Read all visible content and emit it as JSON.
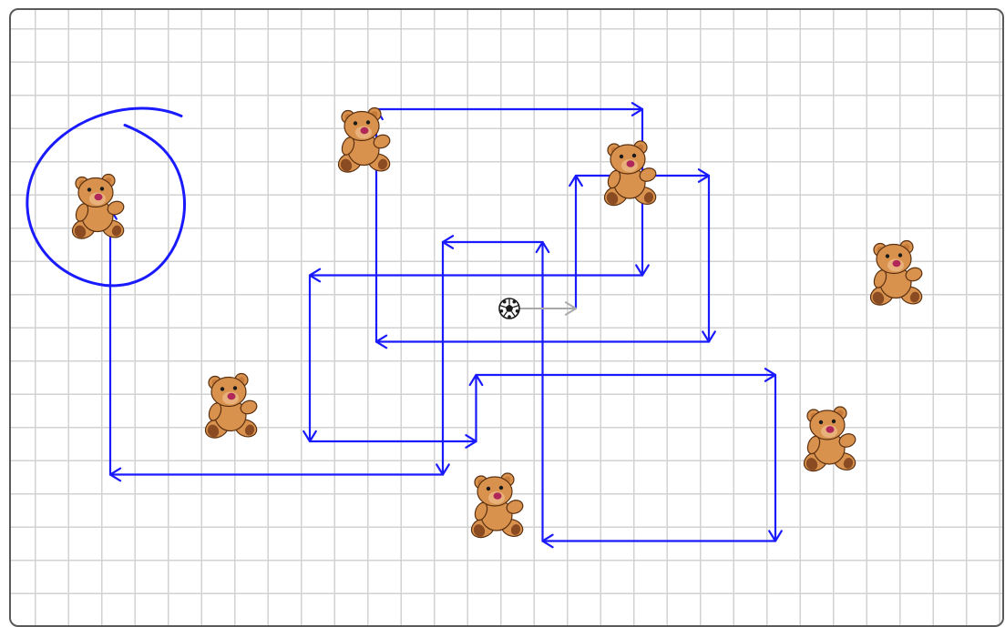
{
  "board": {
    "grid_color": "#d2d2d2",
    "frame_color": "#5a5a5a",
    "grid_columns": 30,
    "grid_rows": 18
  },
  "colors": {
    "path": "#1a1aff",
    "ball_arrow": "#a8a8a8",
    "bear_body": "#d9924e",
    "bear_shadow": "#8a4a22",
    "bear_outline": "#5a3010",
    "bear_nose": "#b0285a"
  },
  "ball": {
    "icon": "soccer-ball-icon",
    "col": 14,
    "row": 8,
    "direction": "right"
  },
  "bears": [
    {
      "id": "bear-1",
      "col": 2,
      "row": 5,
      "circled": true,
      "icon": "teddy-bear-icon"
    },
    {
      "id": "bear-2",
      "col": 10,
      "row": 3,
      "circled": false,
      "icon": "teddy-bear-icon"
    },
    {
      "id": "bear-3",
      "col": 18,
      "row": 4,
      "circled": false,
      "icon": "teddy-bear-icon"
    },
    {
      "id": "bear-4",
      "col": 26,
      "row": 7,
      "circled": false,
      "icon": "teddy-bear-icon"
    },
    {
      "id": "bear-5",
      "col": 6,
      "row": 11,
      "circled": false,
      "icon": "teddy-bear-icon"
    },
    {
      "id": "bear-6",
      "col": 24,
      "row": 12,
      "circled": false,
      "icon": "teddy-bear-icon"
    },
    {
      "id": "bear-7",
      "col": 14,
      "row": 14,
      "circled": false,
      "icon": "teddy-bear-icon"
    }
  ],
  "path_segments": [
    {
      "from": [
        16,
        8
      ],
      "to": [
        16,
        4
      ]
    },
    {
      "from": [
        16,
        4
      ],
      "to": [
        20,
        4
      ]
    },
    {
      "from": [
        20,
        4
      ],
      "to": [
        20,
        9
      ]
    },
    {
      "from": [
        20,
        9
      ],
      "to": [
        10,
        9
      ]
    },
    {
      "from": [
        10,
        9
      ],
      "to": [
        10,
        2
      ]
    },
    {
      "from": [
        10,
        2
      ],
      "to": [
        18,
        2
      ]
    },
    {
      "from": [
        18,
        2
      ],
      "to": [
        18,
        7
      ]
    },
    {
      "from": [
        18,
        7
      ],
      "to": [
        8,
        7
      ]
    },
    {
      "from": [
        8,
        7
      ],
      "to": [
        8,
        12
      ]
    },
    {
      "from": [
        8,
        12
      ],
      "to": [
        13,
        12
      ]
    },
    {
      "from": [
        13,
        12
      ],
      "to": [
        13,
        10
      ]
    },
    {
      "from": [
        13,
        10
      ],
      "to": [
        22,
        10
      ]
    },
    {
      "from": [
        22,
        10
      ],
      "to": [
        22,
        15
      ]
    },
    {
      "from": [
        22,
        15
      ],
      "to": [
        15,
        15
      ]
    },
    {
      "from": [
        15,
        15
      ],
      "to": [
        15,
        6
      ]
    },
    {
      "from": [
        15,
        6
      ],
      "to": [
        12,
        6
      ]
    },
    {
      "from": [
        12,
        6
      ],
      "to": [
        12,
        13
      ]
    },
    {
      "from": [
        12,
        13
      ],
      "to": [
        2,
        13
      ]
    },
    {
      "from": [
        2,
        13
      ],
      "to": [
        2,
        5
      ]
    }
  ]
}
